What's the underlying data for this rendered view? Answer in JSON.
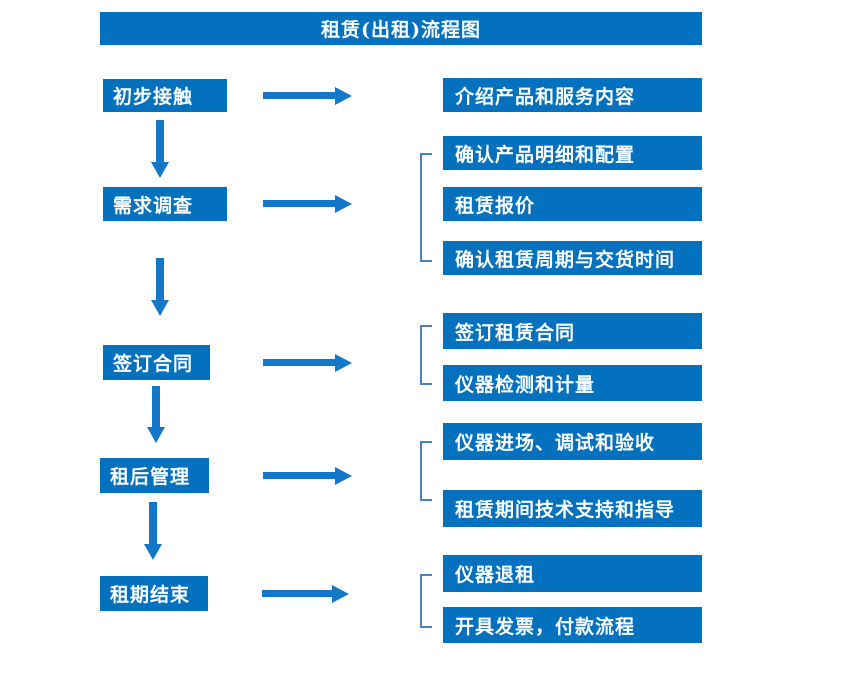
{
  "title": "租赁(出租)流程图",
  "colors": {
    "box": "#0371bd",
    "arrow": "#1577c8",
    "bracket": "#4a80c4",
    "text": "#ffffff",
    "background": "#ffffff"
  },
  "steps": [
    {
      "label": "初步接触",
      "outputs": [
        "介绍产品和服务内容"
      ]
    },
    {
      "label": "需求调查",
      "outputs": [
        "确认产品明细和配置",
        "租赁报价",
        "确认租赁周期与交货时间"
      ]
    },
    {
      "label": "签订合同",
      "outputs": [
        "签订租赁合同",
        "仪器检测和计量"
      ]
    },
    {
      "label": "租后管理",
      "outputs": [
        "仪器进场、调试和验收",
        "租赁期间技术支持和指导"
      ]
    },
    {
      "label": "租期结束",
      "outputs": [
        "仪器退租",
        "开具发票，付款流程"
      ]
    }
  ]
}
